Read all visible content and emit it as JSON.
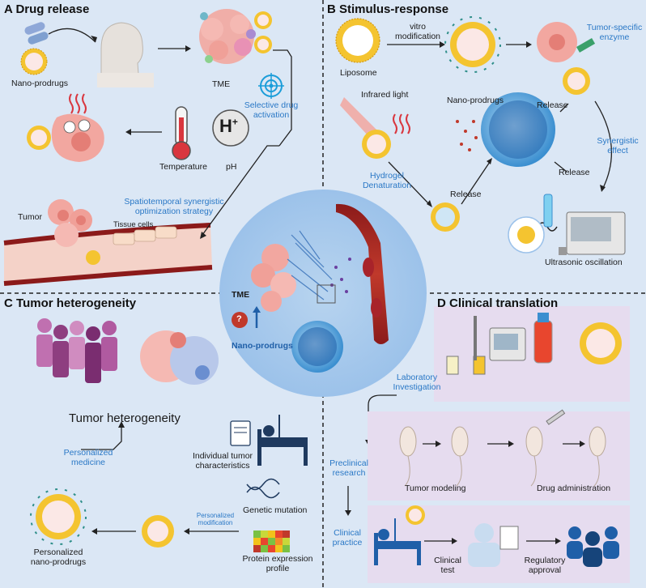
{
  "panels": {
    "A": {
      "letter": "A",
      "title": "Drug release"
    },
    "B": {
      "letter": "B",
      "title": "Stimulus-response"
    },
    "C": {
      "letter": "C",
      "title": "Tumor heterogeneity"
    },
    "D": {
      "letter": "D",
      "title": "Clinical translation"
    }
  },
  "panelA": {
    "nano_prodrugs": "Nano-prodrugs",
    "tme": "TME",
    "selective_line1": "Selective drug",
    "selective_line2": "activation",
    "h_plus": "H",
    "h_sup": "+",
    "temperature": "Temperature",
    "ph": "pH",
    "spatio_line1": "Spatiotemporal synergistic",
    "spatio_line2": "optimization strategy",
    "tumor": "Tumor",
    "tissue_cells": "Tissue cells"
  },
  "panelB": {
    "liposome": "Liposome",
    "vitro_line1": "vitro",
    "vitro_line2": "modification",
    "tumor_enzyme_line1": "Tumor-specific",
    "tumor_enzyme_line2": "enzyme",
    "infrared": "Infrared light",
    "nano_prodrugs": "Nano-prodrugs",
    "release1": "Release",
    "release2": "Release",
    "release3": "Release",
    "synergistic_line1": "Synergistic",
    "synergistic_line2": "effect",
    "hydrogel_line1": "Hydrogel",
    "hydrogel_line2": "Denaturation",
    "ultrasonic": "Ultrasonic oscillation"
  },
  "center": {
    "tme": "TME",
    "question": "?",
    "nano_prodrugs": "Nano-prodrugs"
  },
  "panelC": {
    "heading": "Tumor heterogeneity",
    "personalized_med_line1": "Personalized",
    "personalized_med_line2": "medicine",
    "individual_line1": "Individual tumor",
    "individual_line2": "characteristics",
    "genetic": "Genetic mutation",
    "personalized_mod_line1": "Personalized",
    "personalized_mod_line2": "modification",
    "personalized_np_line1": "Personalized",
    "personalized_np_line2": "nano-prodrugs",
    "protein_line1": "Protein expression",
    "protein_line2": "profile"
  },
  "panelD": {
    "lab_line1": "Laboratory",
    "lab_line2": "Investigation",
    "preclinical_line1": "Preclinical",
    "preclinical_line2": "research",
    "tumor_modeling": "Tumor modeling",
    "drug_admin": "Drug administration",
    "clinical_line1": "Clinical",
    "clinical_line2": "practice",
    "clinical_test_line1": "Clinical",
    "clinical_test_line2": "test",
    "regulatory_line1": "Regulatory",
    "regulatory_line2": "approval"
  },
  "colors": {
    "background": "#dbe7f5",
    "accent_blue": "#2a78c6",
    "tumor_pink": "#f2a7a0",
    "liposome_yellow": "#f4c430",
    "vessel_red": "#c0392b",
    "lavender": "#e6dcef"
  },
  "icons": [
    "pill-capsule-icon",
    "human-head-icon",
    "target-icon",
    "thermometer-icon",
    "heat-waves-icon",
    "ultrasound-device-icon",
    "test-tube-icon",
    "hospital-bed-icon",
    "dna-icon",
    "heatmap-icon",
    "people-group-icon",
    "mouse-icon",
    "syringe-icon",
    "bottle-icon",
    "bioreactor-icon",
    "clipboard-icon",
    "doctor-icon"
  ]
}
